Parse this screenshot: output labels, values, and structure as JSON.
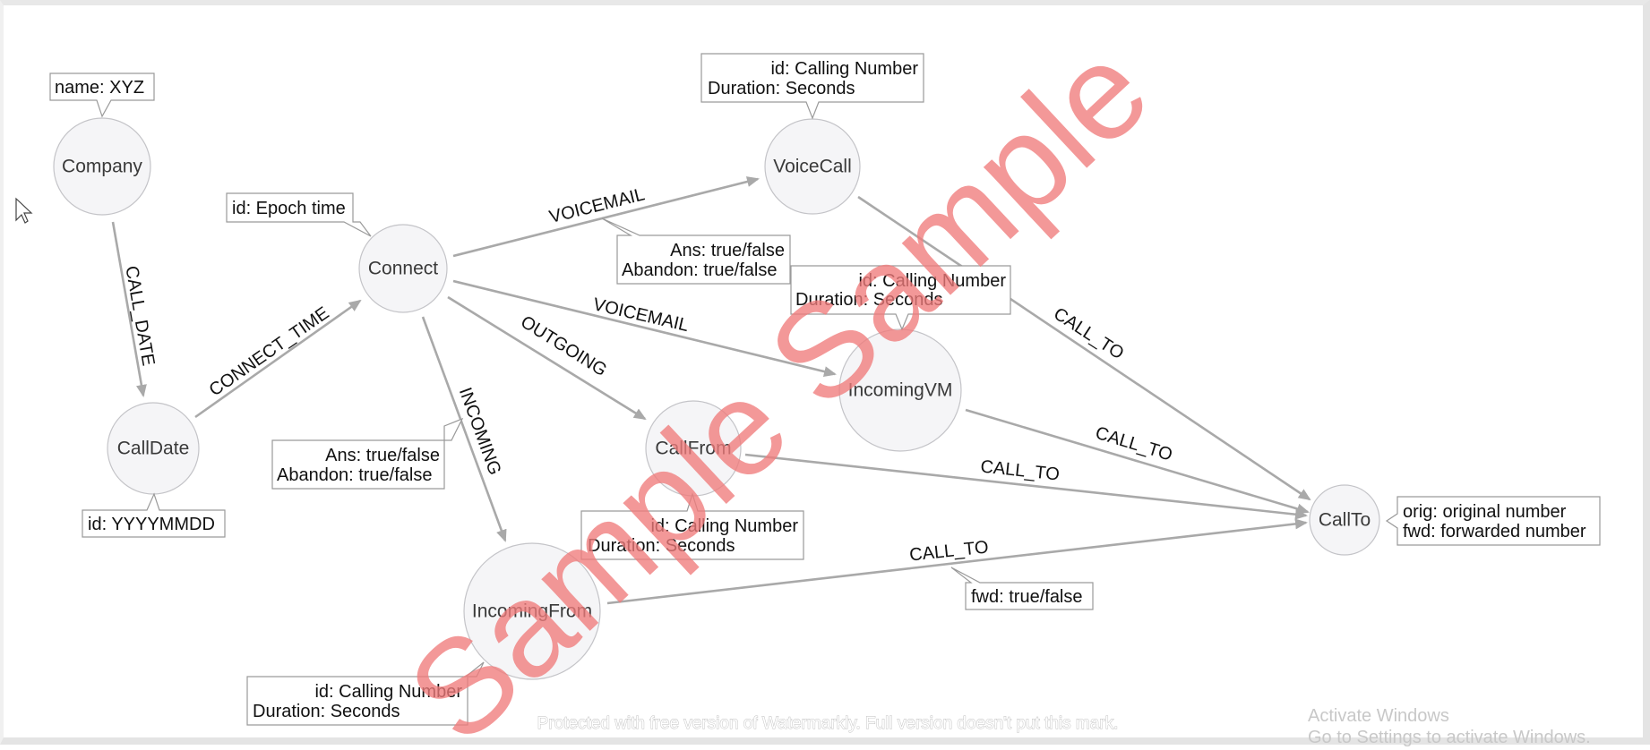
{
  "nodes": {
    "company": "Company",
    "calldate": "CallDate",
    "connect": "Connect",
    "voicecall": "VoiceCall",
    "incomingvm": "IncomingVM",
    "callfrom": "CallFrom",
    "incomingfrom": "IncomingFrom",
    "callto": "CallTo"
  },
  "edges": {
    "call_date": "CALL_DATE",
    "connect_time": "CONNECT_TIME",
    "voicemail_top": "VOICEMAIL",
    "voicemail_mid": "VOICEMAIL",
    "outgoing": "OUTGOING",
    "incoming": "INCOMING",
    "call_to_voicecall": "CALL_TO",
    "call_to_incomingvm": "CALL_TO",
    "call_to_callfrom": "CALL_TO",
    "call_to_incomingfrom": "CALL_TO"
  },
  "properties": {
    "company": [
      "name: XYZ"
    ],
    "calldate": [
      "id: YYYYMMDD"
    ],
    "connect": [
      "id: Epoch time"
    ],
    "voicecall": [
      "id: Calling Number",
      "Duration: Seconds"
    ],
    "voicemail_edge": [
      "Ans: true/false",
      "Abandon: true/false"
    ],
    "incomingvm": [
      "id: Calling Number",
      "Duration: Seconds"
    ],
    "incoming_edge": [
      "Ans: true/false",
      "Abandon: true/false"
    ],
    "callfrom": [
      "id: Calling Number",
      "Duration: Seconds"
    ],
    "incomingfrom": [
      "id: Calling Number",
      "Duration: Seconds"
    ],
    "callto_edge": [
      "fwd: true/false"
    ],
    "callto": [
      "orig: original number",
      "fwd: forwarded number"
    ]
  },
  "watermark": {
    "text": "Sample Sample",
    "footer": "Protected with free version of Watermarkly. Full version doesn't put this mark.",
    "windows_line1": "Activate Windows",
    "windows_line2": "Go to Settings to activate Windows."
  },
  "colors": {
    "node_fill": "#f5f5f7",
    "node_stroke": "#c4c4c8",
    "edge": "#a9a9a9",
    "watermark": "#f07b7b"
  }
}
